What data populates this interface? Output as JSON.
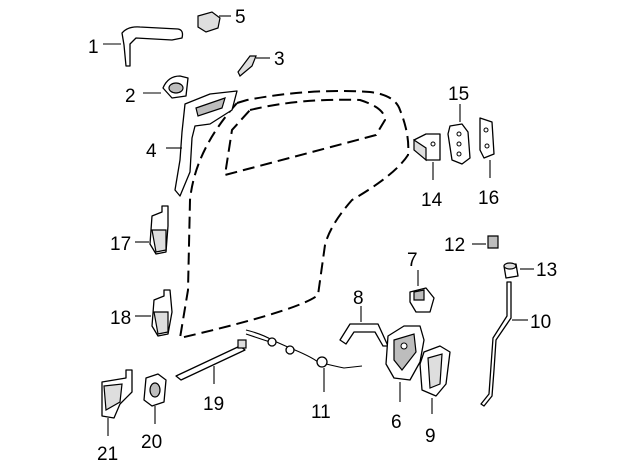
{
  "diagram": {
    "callouts": {
      "c1": "1",
      "c2": "2",
      "c3": "3",
      "c4": "4",
      "c5": "5",
      "c6": "6",
      "c7": "7",
      "c8": "8",
      "c9": "9",
      "c10": "10",
      "c11": "11",
      "c12": "12",
      "c13": "13",
      "c14": "14",
      "c15": "15",
      "c16": "16",
      "c17": "17",
      "c18": "18",
      "c19": "19",
      "c20": "20",
      "c21": "21"
    },
    "colors": {
      "line": "#000000",
      "background": "#ffffff",
      "shade": "#bdbdbd"
    }
  }
}
